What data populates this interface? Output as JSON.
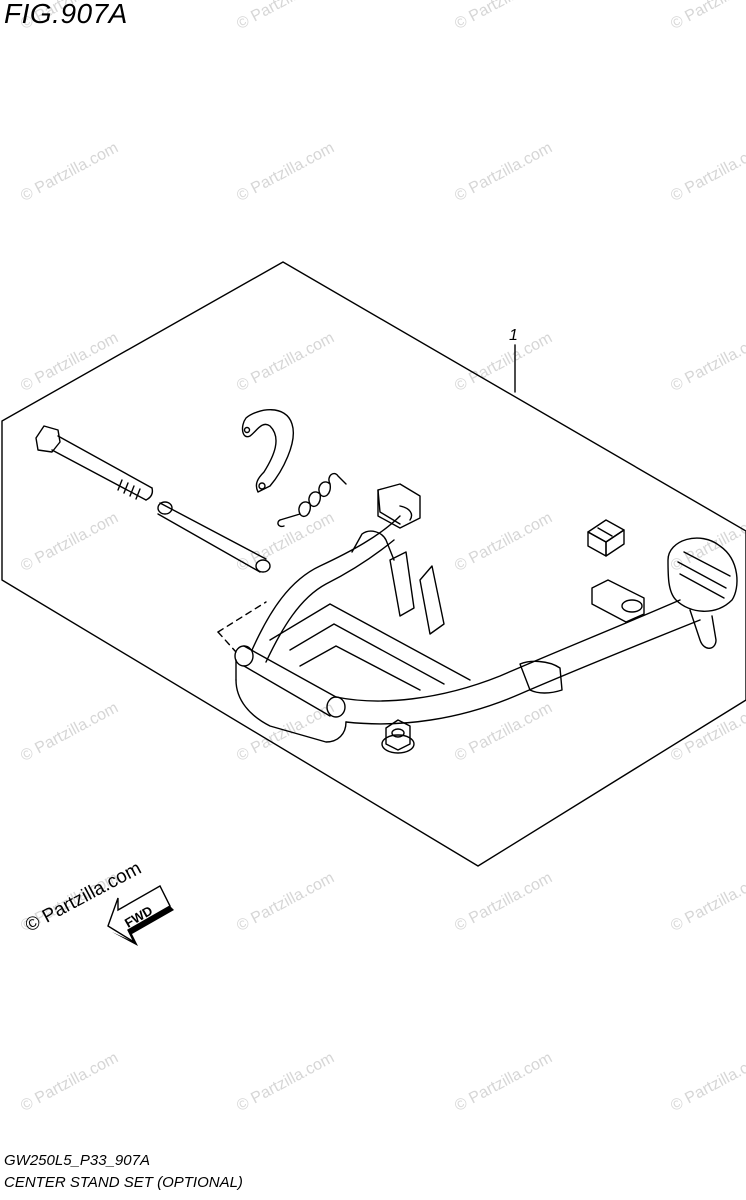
{
  "header": {
    "title": "FIG.907A"
  },
  "callouts": [
    {
      "number": "1"
    }
  ],
  "direction_marker": {
    "label": "FWD"
  },
  "watermark": {
    "text": "© Partzilla.com"
  },
  "footer": {
    "model_code": "GW250L5_P33_907A",
    "caption": "CENTER STAND SET (OPTIONAL)"
  },
  "colors": {
    "line": "#000000",
    "watermark": "#d6d6d6",
    "background": "#ffffff"
  }
}
